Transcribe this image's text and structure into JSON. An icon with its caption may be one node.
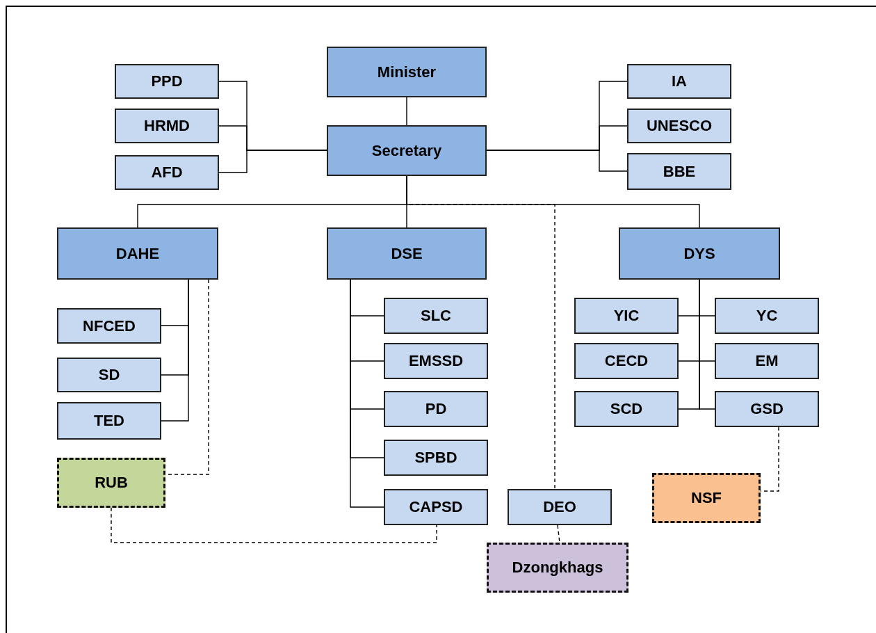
{
  "diagram": {
    "nodes": [
      {
        "text": [
          "Minister"
        ]
      },
      {
        "text": [
          "Secretary"
        ]
      },
      {
        "text": [
          "PPD"
        ]
      },
      {
        "text": [
          "HRMD"
        ]
      },
      {
        "text": [
          "AFD"
        ]
      },
      {
        "text": [
          "IA"
        ]
      },
      {
        "text": [
          "UNESCO"
        ]
      },
      {
        "text": [
          "BBE"
        ]
      },
      {
        "text": [
          "DAHE"
        ]
      },
      {
        "text": [
          "DSE"
        ]
      },
      {
        "text": [
          "DYS"
        ]
      },
      {
        "text": [
          "NFCED"
        ]
      },
      {
        "text": [
          "SD"
        ]
      },
      {
        "text": [
          "TED"
        ]
      },
      {
        "text": [
          "RUB"
        ]
      },
      {
        "text": [
          "SLC"
        ]
      },
      {
        "text": [
          "EMSSD"
        ]
      },
      {
        "text": [
          "PD"
        ]
      },
      {
        "text": [
          "SPBD"
        ]
      },
      {
        "text": [
          "CAPSD"
        ]
      },
      {
        "text": [
          "DEO"
        ]
      },
      {
        "text": [
          "Dzongkhags"
        ]
      },
      {
        "text": [
          "YIC"
        ]
      },
      {
        "text": [
          "YC"
        ]
      },
      {
        "text": [
          "CECD"
        ]
      },
      {
        "text": [
          "EM"
        ]
      },
      {
        "text": [
          "SCD"
        ]
      },
      {
        "text": [
          "GSD"
        ]
      },
      {
        "text": [
          "NSF"
        ]
      }
    ],
    "edges": [
      {
        "from": 0,
        "to": 1,
        "arrow": "none"
      },
      {
        "from": 1,
        "to": 2,
        "arrow": "none"
      },
      {
        "from": 1,
        "to": 3,
        "arrow": "none"
      },
      {
        "from": 1,
        "to": 4,
        "arrow": "none"
      },
      {
        "from": 1,
        "to": 5,
        "arrow": "none"
      },
      {
        "from": 1,
        "to": 6,
        "arrow": "none"
      },
      {
        "from": 1,
        "to": 7,
        "arrow": "none"
      },
      {
        "from": 1,
        "to": 8,
        "arrow": "none"
      },
      {
        "from": 1,
        "to": 9,
        "arrow": "none"
      },
      {
        "from": 1,
        "to": 10,
        "arrow": "none"
      },
      {
        "from": 1,
        "to": 20,
        "arrow": "none",
        "style": "dashed"
      },
      {
        "from": 8,
        "to": 11,
        "arrow": "none"
      },
      {
        "from": 8,
        "to": 12,
        "arrow": "none"
      },
      {
        "from": 8,
        "to": 13,
        "arrow": "none"
      },
      {
        "from": 8,
        "to": 14,
        "arrow": "none",
        "style": "dashed"
      },
      {
        "from": 9,
        "to": 15,
        "arrow": "none"
      },
      {
        "from": 9,
        "to": 16,
        "arrow": "none"
      },
      {
        "from": 9,
        "to": 17,
        "arrow": "none"
      },
      {
        "from": 9,
        "to": 18,
        "arrow": "none"
      },
      {
        "from": 9,
        "to": 19,
        "arrow": "none"
      },
      {
        "from": 14,
        "to": 19,
        "arrow": "none",
        "style": "dashed"
      },
      {
        "from": 20,
        "to": 21,
        "arrow": "none",
        "style": "dashed"
      },
      {
        "from": 10,
        "to": 22,
        "arrow": "none"
      },
      {
        "from": 10,
        "to": 23,
        "arrow": "none"
      },
      {
        "from": 10,
        "to": 24,
        "arrow": "none"
      },
      {
        "from": 10,
        "to": 25,
        "arrow": "none"
      },
      {
        "from": 10,
        "to": 26,
        "arrow": "none"
      },
      {
        "from": 10,
        "to": 27,
        "arrow": "none"
      },
      {
        "from": 27,
        "to": 28,
        "arrow": "none",
        "style": "dashed"
      }
    ]
  }
}
